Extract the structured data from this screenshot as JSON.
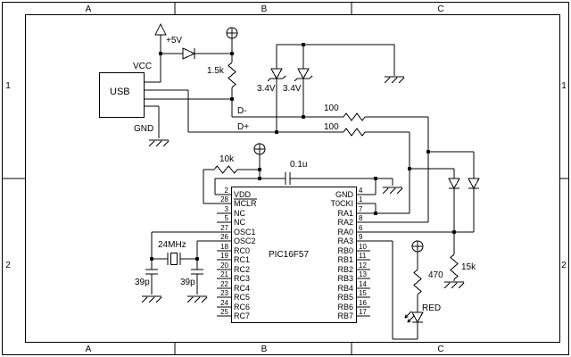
{
  "frame": {
    "columns": [
      "A",
      "B",
      "C"
    ],
    "rows": [
      "1",
      "2"
    ]
  },
  "usb": {
    "label": "USB",
    "pin_vcc": "VCC",
    "pin_gnd": "GND"
  },
  "power": {
    "plus5v": "+5V"
  },
  "nets": {
    "dminus": "D-",
    "dplus": "D+"
  },
  "components": {
    "r_pullup": "1.5k",
    "zener_left": "3.4V",
    "zener_right": "3.4V",
    "r_dminus": "100",
    "r_dplus": "100",
    "r_mclr": "10k",
    "c_bypass": "0.1u",
    "crystal": "24MHz",
    "c_osc_left": "39p",
    "c_osc_right": "39p",
    "r_led": "470",
    "led": "RED",
    "r_pulldown": "15k"
  },
  "chip": {
    "name": "PIC16F57",
    "left_pins": [
      {
        "num": "2",
        "name": "VDD"
      },
      {
        "num": "28",
        "name": "MCLR",
        "overline": true
      },
      {
        "num": "3",
        "name": "NC"
      },
      {
        "num": "5",
        "name": "NC"
      },
      {
        "num": "27",
        "name": "OSC1"
      },
      {
        "num": "26",
        "name": "OSC2"
      },
      {
        "num": "18",
        "name": "RC0"
      },
      {
        "num": "19",
        "name": "RC1"
      },
      {
        "num": "20",
        "name": "RC2"
      },
      {
        "num": "21",
        "name": "RC3"
      },
      {
        "num": "22",
        "name": "RC4"
      },
      {
        "num": "23",
        "name": "RC5"
      },
      {
        "num": "24",
        "name": "RC6"
      },
      {
        "num": "25",
        "name": "RC7"
      }
    ],
    "right_pins": [
      {
        "num": "4",
        "name": "GND"
      },
      {
        "num": "1",
        "name": "T0CKI"
      },
      {
        "num": "7",
        "name": "RA1"
      },
      {
        "num": "8",
        "name": "RA2"
      },
      {
        "num": "6",
        "name": "RA0"
      },
      {
        "num": "9",
        "name": "RA3"
      },
      {
        "num": "10",
        "name": "RB0"
      },
      {
        "num": "11",
        "name": "RB1"
      },
      {
        "num": "12",
        "name": "RB2"
      },
      {
        "num": "13",
        "name": "RB3"
      },
      {
        "num": "14",
        "name": "RB4"
      },
      {
        "num": "15",
        "name": "RB5"
      },
      {
        "num": "16",
        "name": "RB6"
      },
      {
        "num": "17",
        "name": "RB7"
      }
    ]
  }
}
